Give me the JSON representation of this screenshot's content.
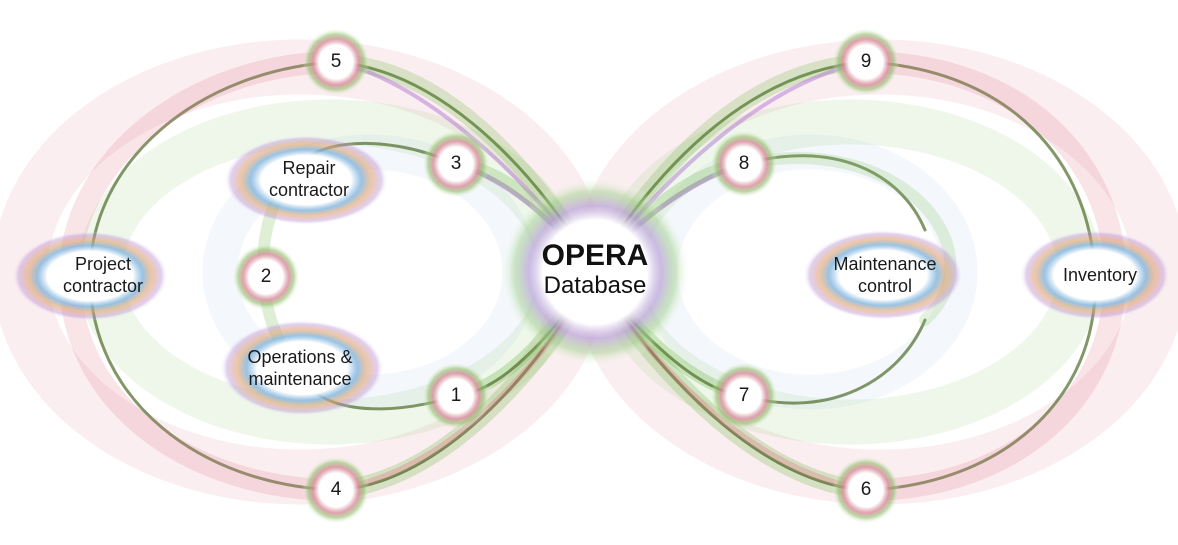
{
  "hub": {
    "title": "OPERA",
    "subtitle": "Database"
  },
  "nodes": {
    "project_contractor": "Project contractor",
    "repair_contractor": "Repair contractor",
    "operations_maintenance": "Operations & maintenance",
    "maintenance_control": "Maintenance control",
    "inventory": "Inventory"
  },
  "steps": [
    "1",
    "2",
    "3",
    "4",
    "5",
    "6",
    "7",
    "8",
    "9"
  ],
  "colors": {
    "red": "#e07a8a",
    "green": "#7dbf5a",
    "blue": "#6fa8d8",
    "purple": "#a86ad0",
    "olive": "#4e6b2a",
    "orange": "#e0a060"
  }
}
